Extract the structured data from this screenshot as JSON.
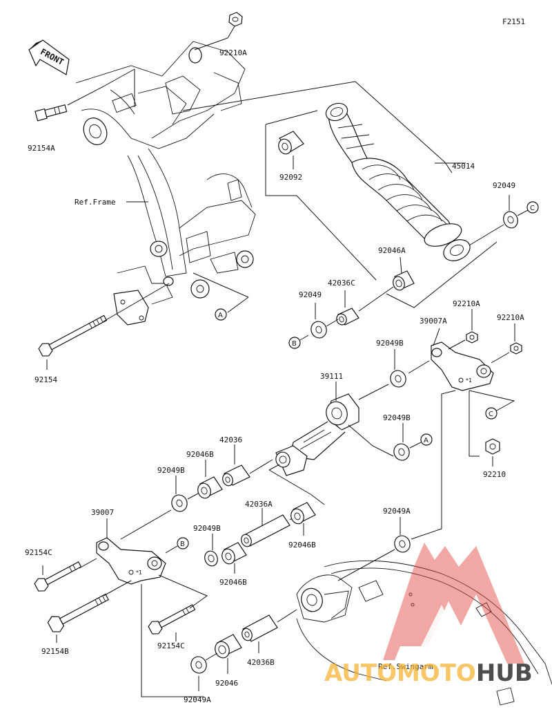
{
  "figure_id": "F2151",
  "front_label": "FRONT",
  "ref_labels": {
    "frame": "Ref.Frame",
    "swingarm": "Ref.Swingarm"
  },
  "callouts": [
    "A",
    "B",
    "C"
  ],
  "parts": {
    "p92210A_top": "92210A",
    "p92154A": "92154A",
    "p92092": "92092",
    "p45014": "45014",
    "p92049_r": "92049",
    "p92046A": "92046A",
    "p42036C": "42036C",
    "p92049_l": "92049",
    "p92154": "92154",
    "p92210A_a": "92210A",
    "p92210A_b": "92210A",
    "p39007A": "39007A",
    "p92049B_a": "92049B",
    "p39111": "39111",
    "p92049B_b": "92049B",
    "p92210": "92210",
    "p42036": "42036",
    "p92046B_a": "92046B",
    "p92049B_c": "92049B",
    "p39007": "39007",
    "p42036A": "42036A",
    "p92049B_d": "92049B",
    "p92046B_b": "92046B",
    "p92049A_r": "92049A",
    "p92154C_a": "92154C",
    "p92046B_c": "92046B",
    "p92154B": "92154B",
    "p92154C_b": "92154C",
    "p92046": "92046",
    "p42036B": "42036B",
    "p92049A_b": "92049A"
  },
  "watermark": {
    "part1": "AUTOMOTO",
    "part2": "HUB",
    "color1": "#f5b333",
    "color2": "#222222",
    "logo_color": "#e0443a"
  }
}
